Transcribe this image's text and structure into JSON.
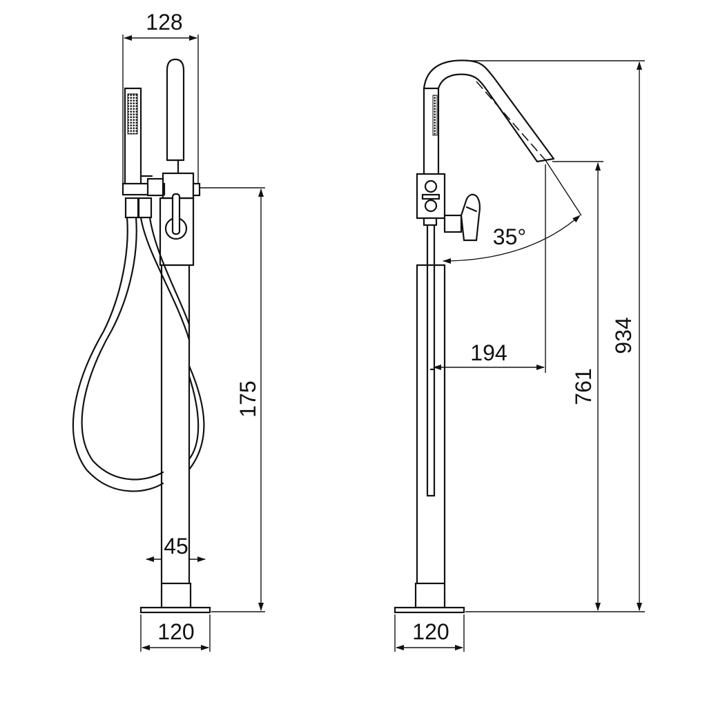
{
  "front_view": {
    "dim_top_width": "128",
    "dim_handle_height": "175",
    "dim_pipe_width": "45",
    "dim_base_width": "120"
  },
  "side_view": {
    "dim_angle": "35°",
    "dim_spout_reach": "194",
    "dim_spout_height": "761",
    "dim_total_height": "934",
    "dim_base_width": "120"
  }
}
